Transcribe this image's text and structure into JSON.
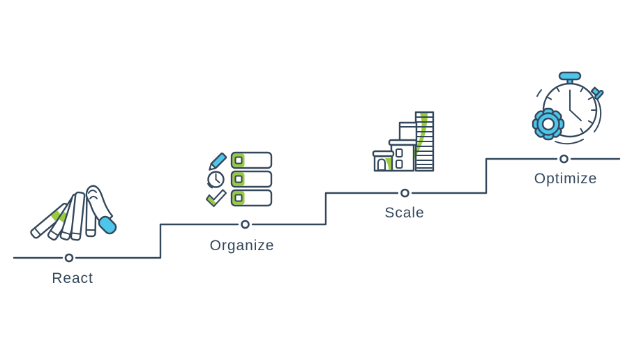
{
  "diagram": {
    "name": "maturity-staircase",
    "steps": [
      {
        "label": "React",
        "icon": "falling-dominoes-hand-icon"
      },
      {
        "label": "Organize",
        "icon": "checklist-icon"
      },
      {
        "label": "Scale",
        "icon": "growing-building-icon"
      },
      {
        "label": "Optimize",
        "icon": "stopwatch-gear-icon"
      }
    ]
  },
  "colors": {
    "navy": "#33475b",
    "green": "#99cb3d",
    "blue": "#4ec6ea",
    "background": "#ffffff"
  }
}
